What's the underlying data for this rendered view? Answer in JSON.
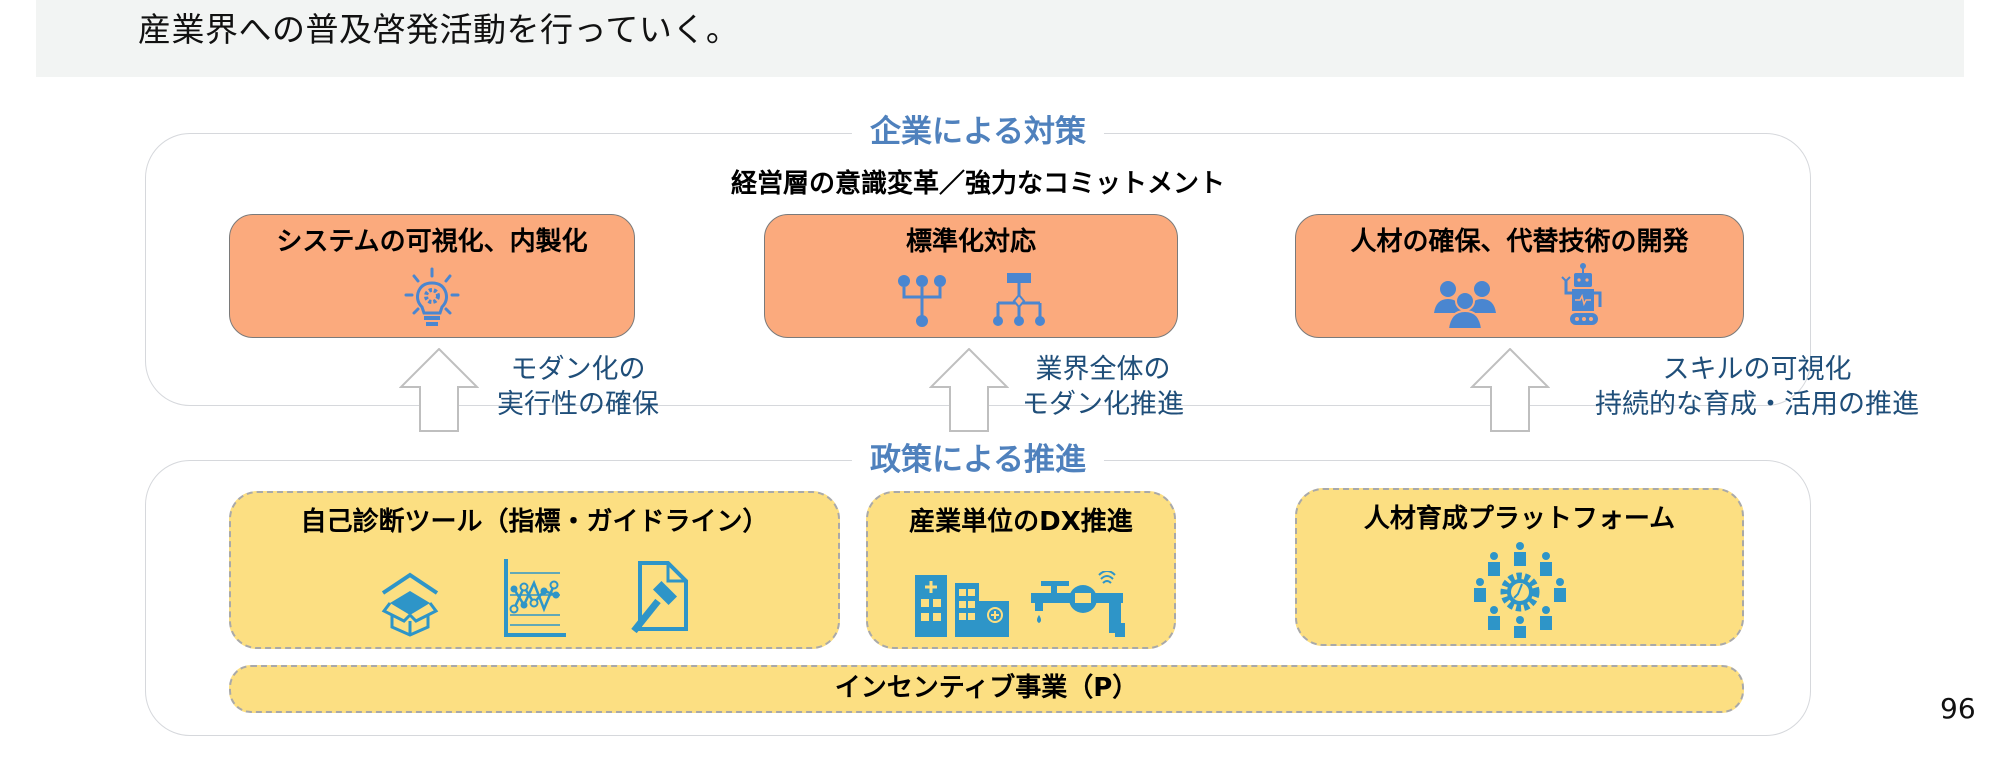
{
  "top_panel": {
    "text": "産業界への普及啓発活動を行っていく。"
  },
  "enterprise_section": {
    "title": "企業による対策",
    "subtitle": "経営層の意識変革／強力なコミットメント",
    "boxes": [
      {
        "label": "システムの可視化、内製化",
        "icons": [
          "lightbulb-gear-icon"
        ]
      },
      {
        "label": "標準化対応",
        "icons": [
          "hierarchy-merge-icon",
          "org-chart-icon"
        ]
      },
      {
        "label": "人材の確保、代替技術の開発",
        "icons": [
          "people-group-icon",
          "robot-icon"
        ]
      }
    ]
  },
  "arrows": [
    {
      "lines": [
        "モダン化の",
        "実行性の確保"
      ]
    },
    {
      "lines": [
        "業界全体の",
        "モダン化推進"
      ]
    },
    {
      "lines": [
        "スキルの可視化",
        "持続的な育成・活用の推進"
      ]
    }
  ],
  "policy_section": {
    "title": "政策による推進",
    "boxes": [
      {
        "label": "自己診断ツール（指標・ガイドライン）",
        "icons": [
          "open-box-icon",
          "line-chart-icon",
          "legal-document-gavel-icon"
        ]
      },
      {
        "label": "産業単位のDX推進",
        "icons": [
          "hospital-building-icon",
          "smart-water-meter-icon"
        ]
      },
      {
        "label": "人材育成プラットフォーム",
        "icons": [
          "people-network-gear-icon"
        ]
      }
    ],
    "incentive": {
      "label": "インセンティブ事業（P）"
    }
  },
  "colors": {
    "accent_title": "#4f81bd",
    "icon_blue": "#4a86d0",
    "icon_teal": "#2e95c8",
    "orange_box": "#fbaa7d",
    "yellow_box": "#fcdf82",
    "arrow_text": "#1f4e79"
  },
  "page_number": "96"
}
